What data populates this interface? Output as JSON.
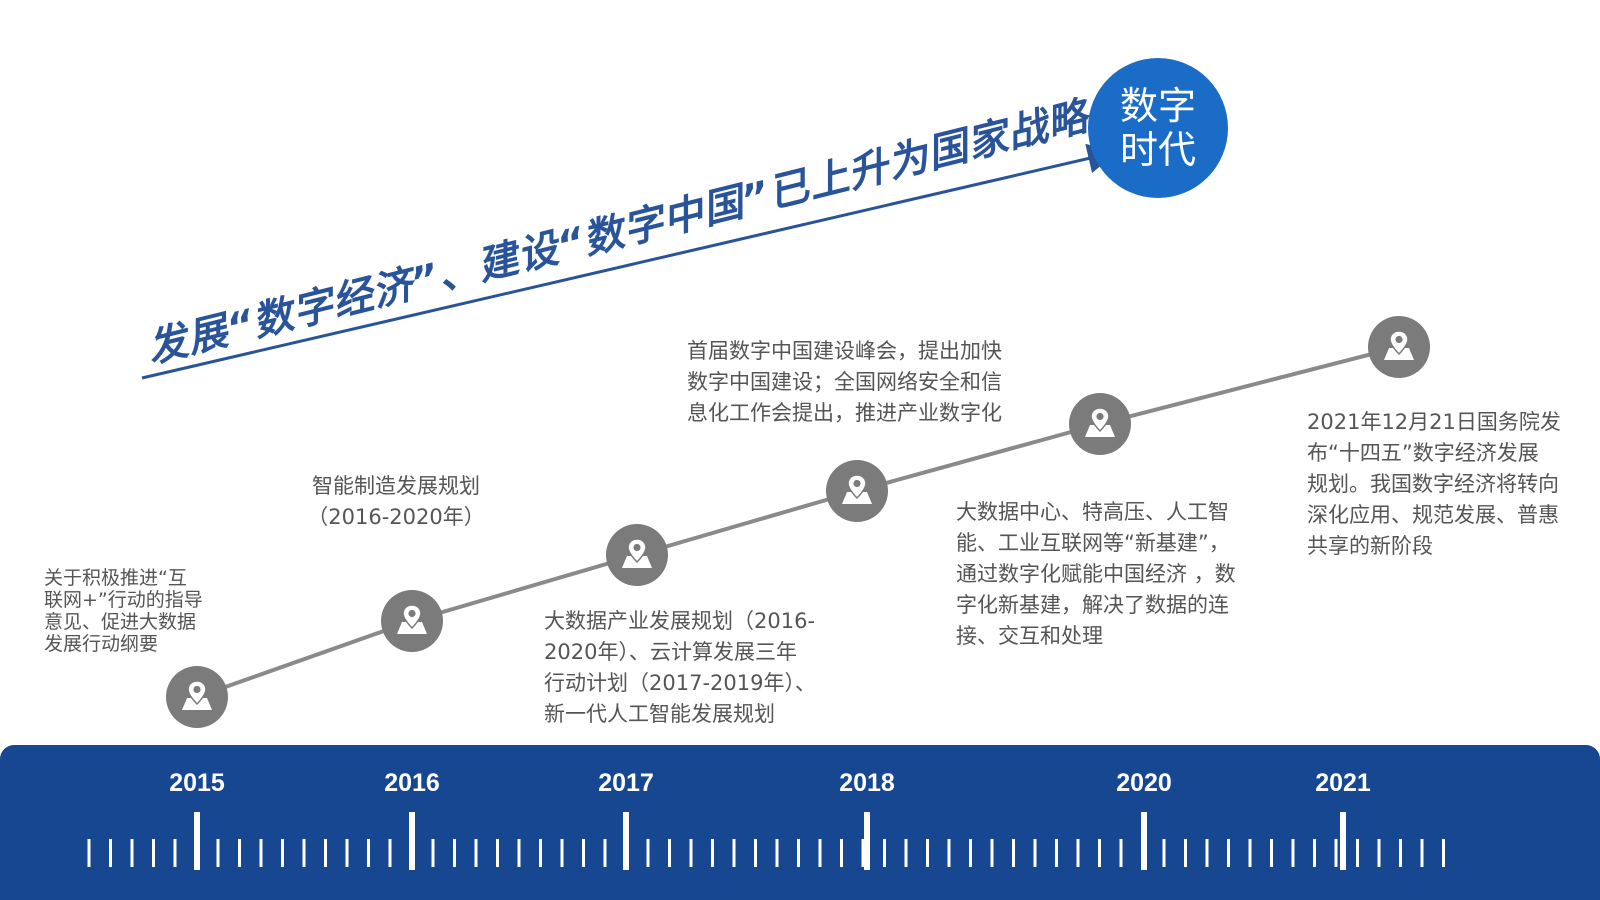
{
  "headline": "发展“数字经济”、建设“数字中国”已上升为国家战略",
  "badge": {
    "line1": "数字",
    "line2": "时代"
  },
  "milestones": [
    {
      "year": "2015",
      "lines": [
        "关于积极推进“互",
        "联网+”行动的指导",
        "意见、促进大数据",
        "发展行动纲要"
      ]
    },
    {
      "year": "2016",
      "lines": [
        "智能制造发展规划",
        "（2016-2020年）"
      ]
    },
    {
      "year": "2017",
      "lines": [
        "大数据产业发展规划（2016-",
        "2020年）、云计算发展三年",
        "行动计划（2017-2019年）、",
        "新一代人工智能发展规划"
      ]
    },
    {
      "year": "2018",
      "lines": [
        "首届数字中国建设峰会，提出加快",
        "数字中国建设；全国网络安全和信",
        "息化工作会提出，推进产业数字化"
      ]
    },
    {
      "year": "2020",
      "lines": [
        "大数据中心、特高压、人工智",
        "能、工业互联网等“新基建”，",
        "通过数字化赋能中国经济 ，数",
        "字化新基建，解决了数据的连",
        "接、交互和处理"
      ]
    },
    {
      "year": "2021",
      "lines": [
        "2021年12月21日国务院发",
        "布“十四五”数字经济发展",
        "规划。我国数字经济将转向",
        "深化应用、规范发展、普惠",
        "共享的新阶段"
      ]
    }
  ],
  "icons": {
    "pin": "map-pin-icon"
  },
  "colors": {
    "headline": "#2a5499",
    "badge": "#1a6cc6",
    "timeline_bar": "#174790",
    "pin": "#7b7b7b",
    "connector": "#8a8a8a",
    "text": "#555555"
  }
}
